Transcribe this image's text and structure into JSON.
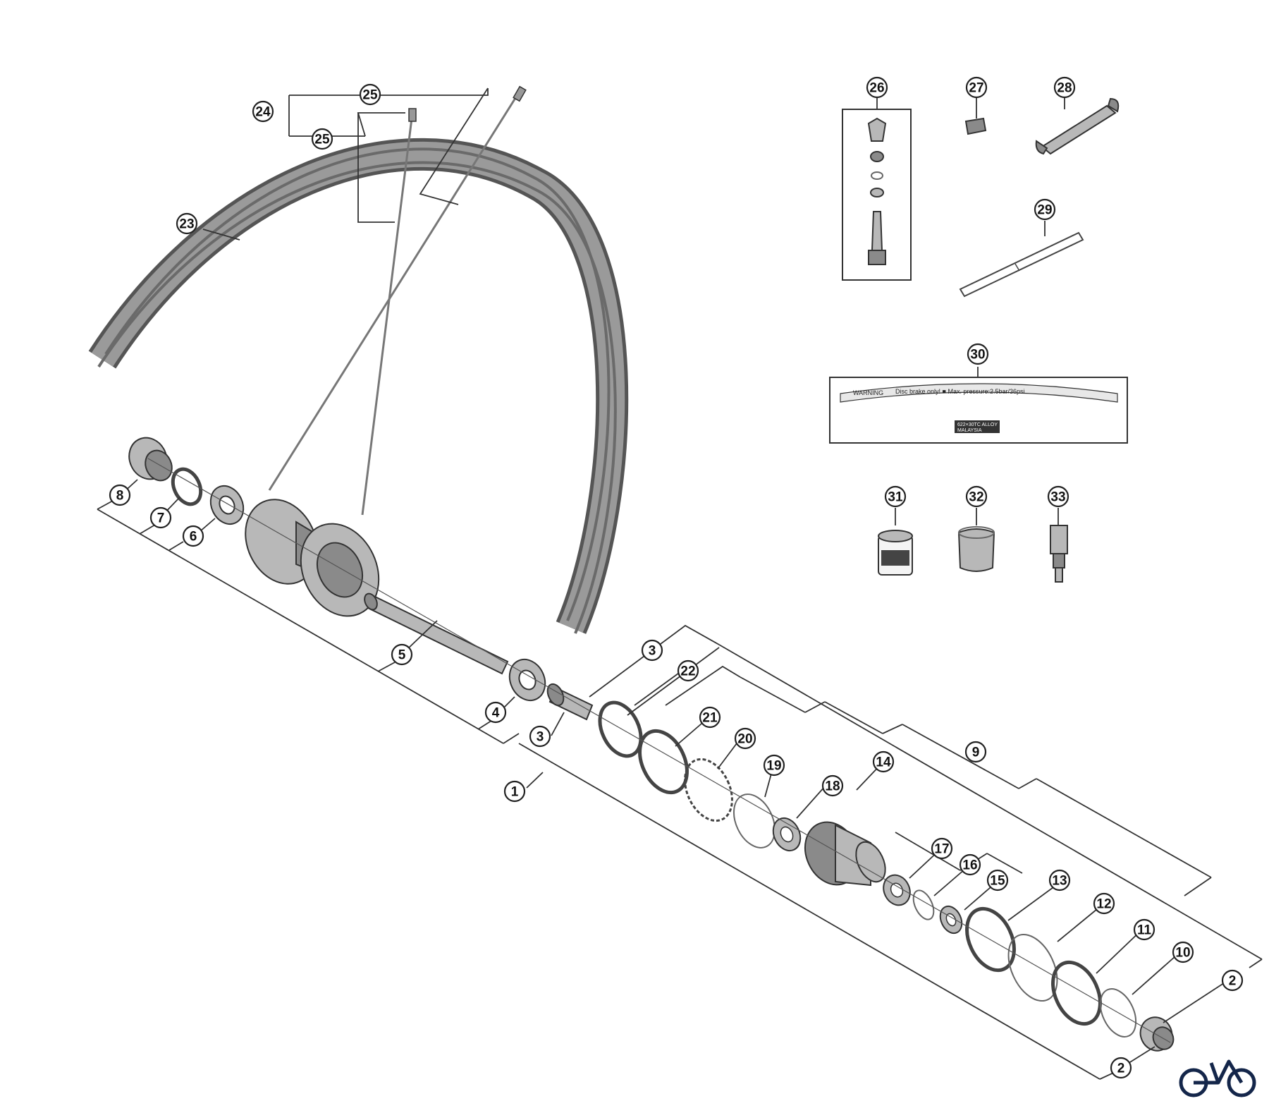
{
  "diagram": {
    "callouts": [
      "1",
      "2",
      "3",
      "4",
      "5",
      "6",
      "7",
      "8",
      "9",
      "10",
      "11",
      "12",
      "13",
      "14",
      "15",
      "16",
      "17",
      "18",
      "19",
      "20",
      "21",
      "22",
      "23",
      "24",
      "25",
      "26",
      "27",
      "28",
      "29",
      "30",
      "31",
      "32",
      "33"
    ],
    "sticker": {
      "warning": "WARNING",
      "line1": "Disc brake only! ■ Max. pressure:2.5bar/36psi",
      "line2": "622×30TC  ALLOY",
      "line3": "MALAYSIA"
    },
    "logo": "bicycle-logo"
  }
}
